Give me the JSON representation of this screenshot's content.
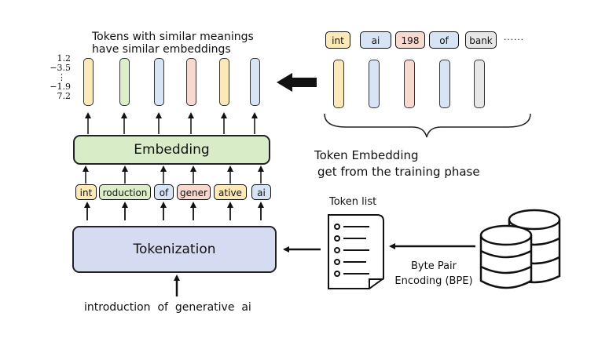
{
  "top_note": [
    "Tokens with similar meanings",
    "have similar embeddings"
  ],
  "vector_values": [
    "1.2",
    "−3.5",
    "⋮",
    "−1.9",
    "7.2"
  ],
  "embedding_label": "Embedding",
  "tokenization_label": "Tokenization",
  "subword_tokens": [
    {
      "label": "int",
      "color": "#fbe9b8"
    },
    {
      "label": "roduction",
      "color": "#dceec9"
    },
    {
      "label": "of",
      "color": "#d6e4f6"
    },
    {
      "label": "gener",
      "color": "#f8d9cf"
    },
    {
      "label": "ative",
      "color": "#fbe9b8"
    },
    {
      "label": "ai",
      "color": "#d6e4f6"
    }
  ],
  "output_vector_colors": [
    "#fbe9b8",
    "#dceec9",
    "#d6e4f6",
    "#f8d9cf",
    "#fbe9b8",
    "#d6e4f6"
  ],
  "vocab_tokens": [
    {
      "label": "int",
      "color": "#fbe9b8"
    },
    {
      "label": "ai",
      "color": "#d6e4f6"
    },
    {
      "label": "198",
      "color": "#f8d9cf"
    },
    {
      "label": "of",
      "color": "#d6e4f6"
    },
    {
      "label": "bank",
      "color": "#e7e7e7"
    }
  ],
  "vocab_ellipsis": "......",
  "vocab_vector_colors": [
    "#fbe9b8",
    "#d6e4f6",
    "#f8d9cf",
    "#d6e4f6",
    "#e7e7e7"
  ],
  "token_embedding_caption": [
    "Token Embedding",
    "get from the training phase"
  ],
  "token_list_label": "Token list",
  "bpe_label": [
    "Byte Pair",
    "Encoding (BPE)"
  ],
  "input_sentence": "introduction  of  generative  ai",
  "colors": {
    "embedding_fill": "#d9ecc8",
    "tokenization_fill": "#d5dcf1",
    "arrow": "#111111"
  }
}
